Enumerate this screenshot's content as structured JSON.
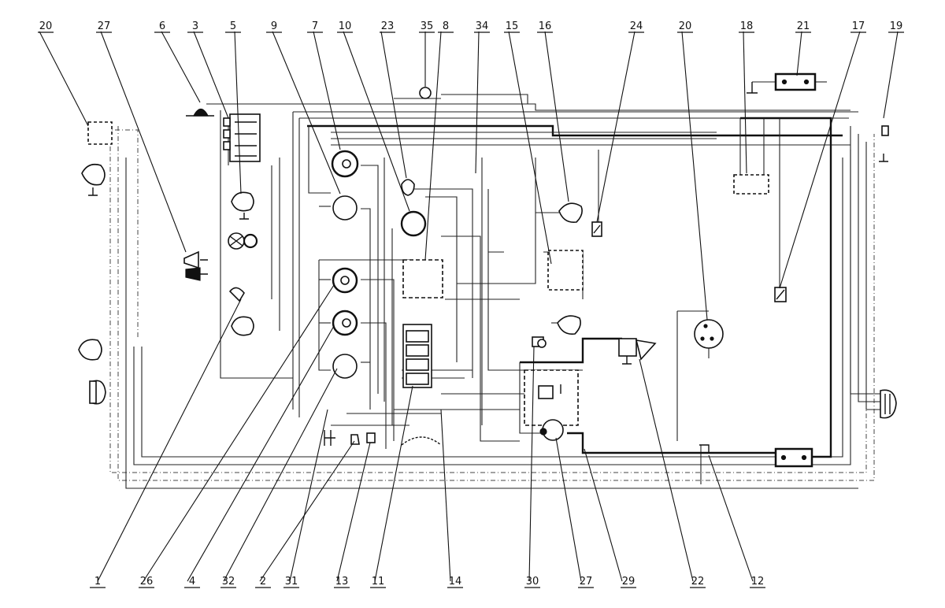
{
  "diagram": {
    "callouts_top": [
      "20",
      "27",
      "6",
      "3",
      "5",
      "9",
      "7",
      "10",
      "23",
      "35",
      "8",
      "34",
      "15",
      "16",
      "24",
      "20",
      "18",
      "21",
      "17",
      "19"
    ],
    "callouts_bottom": [
      "1",
      "26",
      "4",
      "32",
      "2",
      "31",
      "13",
      "11",
      "14",
      "30",
      "27",
      "29",
      "22",
      "12"
    ]
  }
}
